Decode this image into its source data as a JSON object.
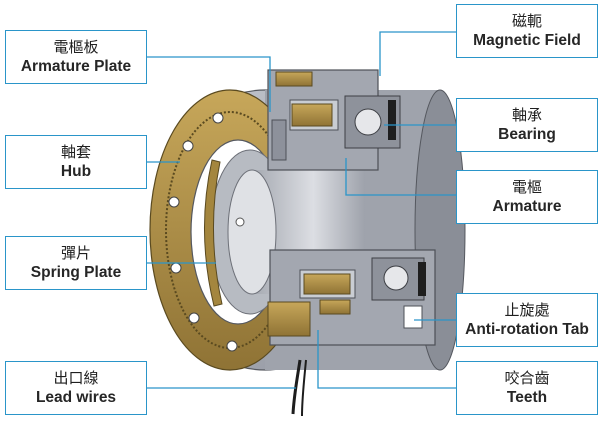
{
  "labels": {
    "armature_plate": {
      "zh": "電樞板",
      "en": "Armature Plate"
    },
    "magnetic_field": {
      "zh": "磁軛",
      "en": "Magnetic Field"
    },
    "hub": {
      "zh": "軸套",
      "en": "Hub"
    },
    "bearing": {
      "zh": "軸承",
      "en": "Bearing"
    },
    "armature": {
      "zh": "電樞",
      "en": "Armature"
    },
    "spring_plate": {
      "zh": "彈片",
      "en": "Spring Plate"
    },
    "anti_rotation_tab": {
      "zh": "止旋處",
      "en": "Anti-rotation Tab"
    },
    "lead_wires": {
      "zh": "出口線",
      "en": "Lead wires"
    },
    "teeth": {
      "zh": "咬合齒",
      "en": "Teeth"
    }
  },
  "colors": {
    "callout_border": "#2a95c9",
    "leader_line": "#2a95c9",
    "steel": "#a9adb6",
    "brass": "#b3934a"
  }
}
